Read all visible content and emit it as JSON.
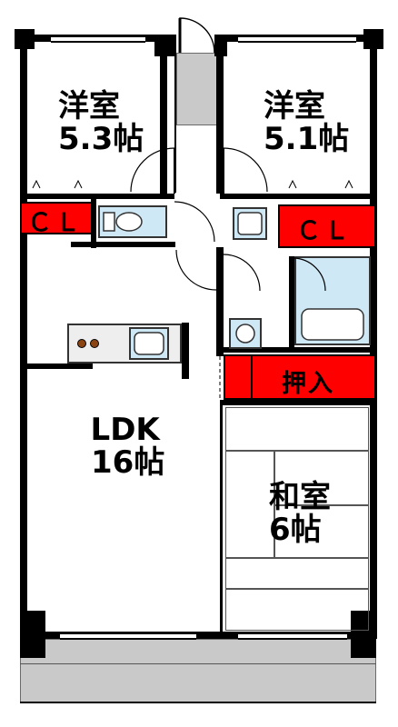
{
  "rooms": {
    "western1": {
      "name": "洋室",
      "size": "5.3帖"
    },
    "western2": {
      "name": "洋室",
      "size": "5.1帖"
    },
    "ldk": {
      "name": "LDK",
      "size": "16帖"
    },
    "japanese": {
      "name": "和室",
      "size": "6帖"
    }
  },
  "storage": {
    "closet_left": "ＣＬ",
    "closet_right": "ＣＬ",
    "oshiire": "押入"
  },
  "colors": {
    "storage_red": "#ff0000",
    "fixture_blue": "#cfe8f5",
    "balcony_gray": "#c9c9c9"
  }
}
